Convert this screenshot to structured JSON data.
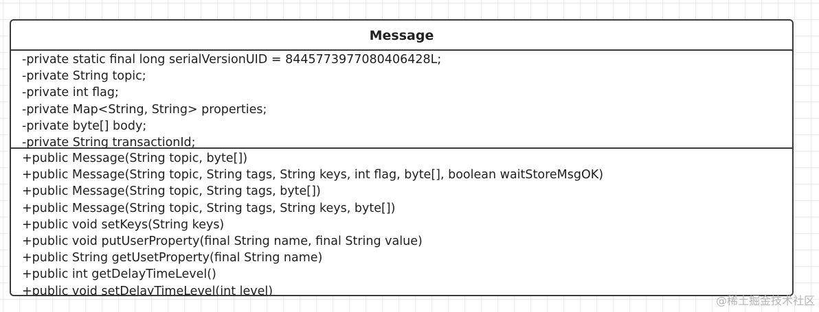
{
  "class_name": "Message",
  "attributes": [
    "-private static final long serialVersionUID = 8445773977080406428L;",
    "-private String topic;",
    "-private int flag;",
    "-private Map<String, String> properties;",
    "-private byte[] body;",
    "-private String transactionId;"
  ],
  "operations": [
    "+public Message(String topic, byte[])",
    "+public Message(String topic, String tags, String keys, int flag, byte[], boolean waitStoreMsgOK)",
    "+public Message(String topic, String tags, byte[])",
    "+public Message(String topic, String tags, String keys, byte[])",
    "+public void setKeys(String keys)",
    "+public void putUserProperty(final String name, final String value)",
    "+public String getUsetProperty(final String name)",
    "+public int getDelayTimeLevel()",
    "+public void setDelayTimeLevel(int level)"
  ],
  "watermark": "@稀土掘金技术社区"
}
